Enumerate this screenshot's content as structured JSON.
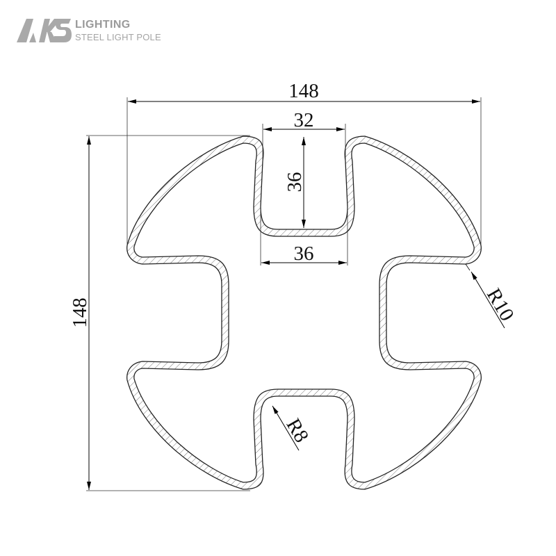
{
  "brand": {
    "logo_text": "AKS",
    "title": "LIGHTING",
    "subtitle": "STEEL LIGHT POLE"
  },
  "dimensions": {
    "overall_width": "148",
    "overall_height": "148",
    "slot_width_top": "32",
    "slot_depth": "36",
    "slot_width_bottom": "36",
    "corner_radius": "R10",
    "slot_radius": "R8"
  },
  "colors": {
    "line": "#222222",
    "hatch": "#777777",
    "logo": "#a9a9a9"
  }
}
